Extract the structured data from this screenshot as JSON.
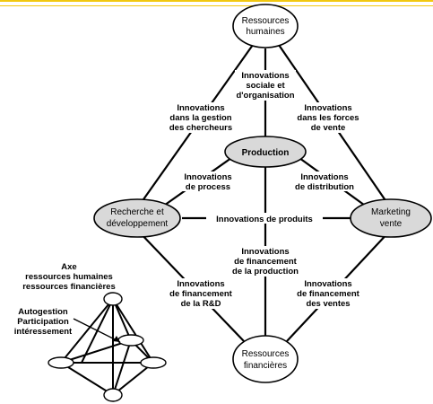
{
  "colors": {
    "header_rule": "#f2c80f",
    "line": "#000000",
    "node_white": "#ffffff",
    "node_grey": "#d9d9d9"
  },
  "nodes": {
    "rh": [
      "Ressources",
      "humaines"
    ],
    "production": [
      "Production"
    ],
    "rd": [
      "Recherche et",
      "développement"
    ],
    "mkt": [
      "Marketing",
      "vente"
    ],
    "rf": [
      "Ressources",
      "financières"
    ]
  },
  "labels": {
    "sociale": [
      "Innovations",
      "sociale et",
      "d'organisation"
    ],
    "gestion": [
      "Innovations",
      "dans la gestion",
      "des chercheurs"
    ],
    "forces": [
      "Innovations",
      "dans les forces",
      "de vente"
    ],
    "process": [
      "Innovations",
      "de process"
    ],
    "distribution": [
      "Innovations",
      "de distribution"
    ],
    "produits": [
      "Innovations de produits"
    ],
    "fin_prod": [
      "Innovations",
      "de financement",
      "de la production"
    ],
    "fin_rd": [
      "Innovations",
      "de financement",
      "de la R&D"
    ],
    "fin_ventes": [
      "Innovations",
      "de financement",
      "des ventes"
    ]
  },
  "legend": {
    "axe": [
      "Axe",
      "ressources humaines",
      "ressources financières"
    ],
    "autogestion": [
      "Autogestion",
      "Participation",
      "intéressement"
    ]
  }
}
